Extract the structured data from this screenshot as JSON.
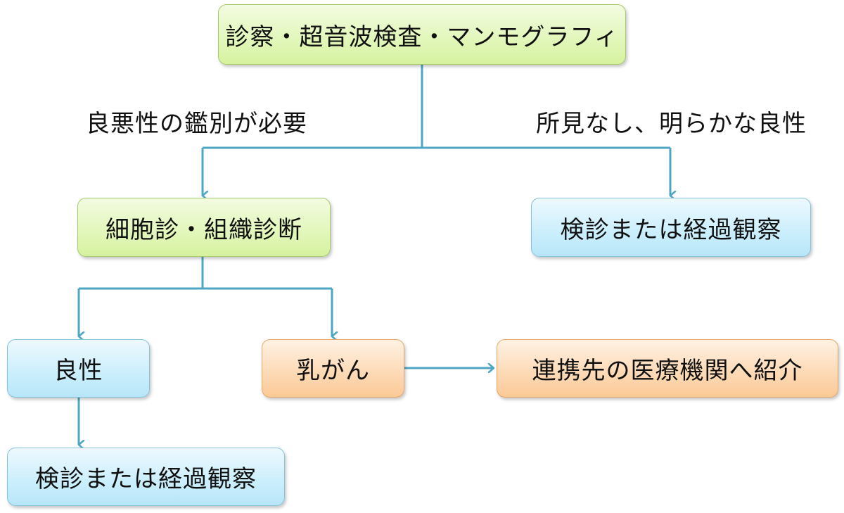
{
  "nodes": {
    "initial_exam": "診察・超音波検査・マンモグラフィ",
    "biopsy": "細胞診・組織診断",
    "checkup_right": "検診または経過観察",
    "benign": "良性",
    "breast_cancer": "乳がん",
    "referral": "連携先の医療機関へ紹介",
    "checkup_bottom": "検診または経過観察"
  },
  "branch_labels": {
    "needs_differentiation": "良悪性の鑑別が必要",
    "no_findings": "所見なし、明らかな良性"
  },
  "colors": {
    "connector": "#4fa6c4",
    "green_fill": "#e3f7bd",
    "blue_fill": "#cdeffc",
    "orange_fill": "#fddbb8"
  }
}
